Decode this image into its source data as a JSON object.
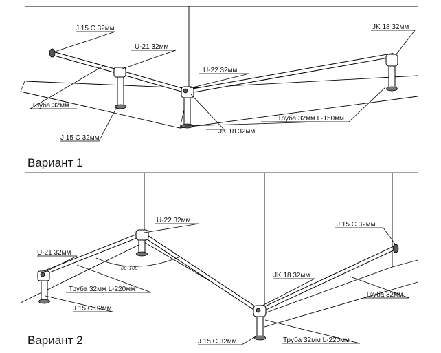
{
  "variant1": {
    "title": "Вариант 1",
    "labels": {
      "j15_left": "J 15 C 32мм",
      "u21": "U-21 32мм",
      "u22": "U-22 32мм",
      "jk18_right": "JK 18 32мм",
      "pipe": "Труба 32мм",
      "j15_bottom": "J 15 C 32мм",
      "jk18_center": "JK 18 32мм",
      "pipe_l150": "Труба 32мм L-150мм"
    }
  },
  "variant2": {
    "title": "Вариант 2",
    "labels": {
      "u22": "U-22 32мм",
      "u21": "U-21 32мм",
      "j15_right": "J 15 C 32мм",
      "angle": "88-180",
      "pipe_l220_left": "Труба 32мм L-220мм",
      "j15_left": "J 15 C 32мм",
      "jk18": "JK 18 32мм",
      "pipe_right": "Труба 32мм",
      "j15_bottom": "J 15 C 32мм",
      "pipe_l220_bottom": "Труба 32мм L-220мм"
    }
  }
}
